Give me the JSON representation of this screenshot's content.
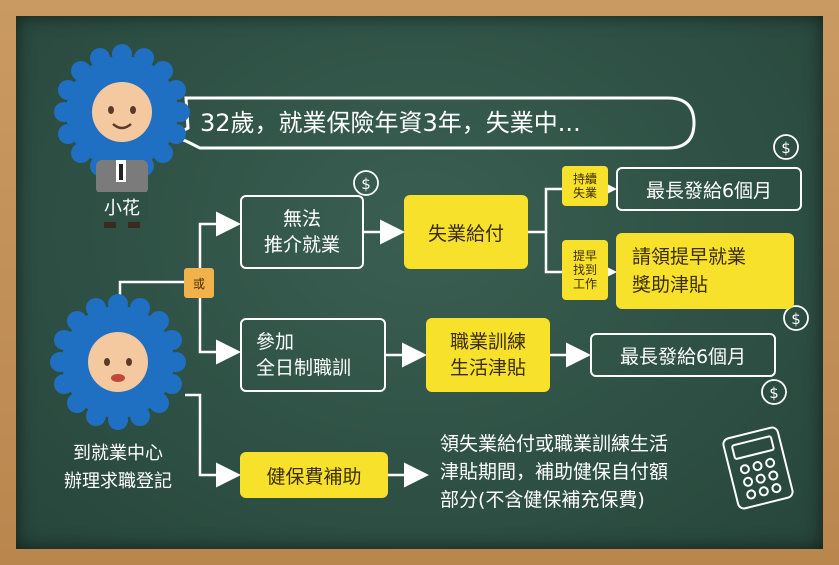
{
  "bubble_text": "32歲，就業保險年資3年，失業中...",
  "person_name": "小花",
  "start_label": "到就業中心\n辦理求職登記",
  "or_label": "或",
  "box_no_referral": "無法\n推介就業",
  "box_unemployment": "失業給付",
  "tag_continue": "持續\n失業",
  "box_max6_a": "最長發給6個月",
  "tag_early": "提早\n找到\n工作",
  "box_early_bonus": "請領提早就業\n獎助津貼",
  "box_training": "參加\n全日制職訓",
  "box_training_allowance": "職業訓練\n生活津貼",
  "box_max6_b": "最長發給6個月",
  "box_health": "健保費補助",
  "health_note": "領失業給付或職業訓練生活\n津貼期間，補助健保自付額\n部分(不含健保補充保費)",
  "colors": {
    "board": "#2f5145",
    "highlight": "#f7e12a",
    "tag": "#f2b24a",
    "avatar": "#1f6fc2"
  }
}
